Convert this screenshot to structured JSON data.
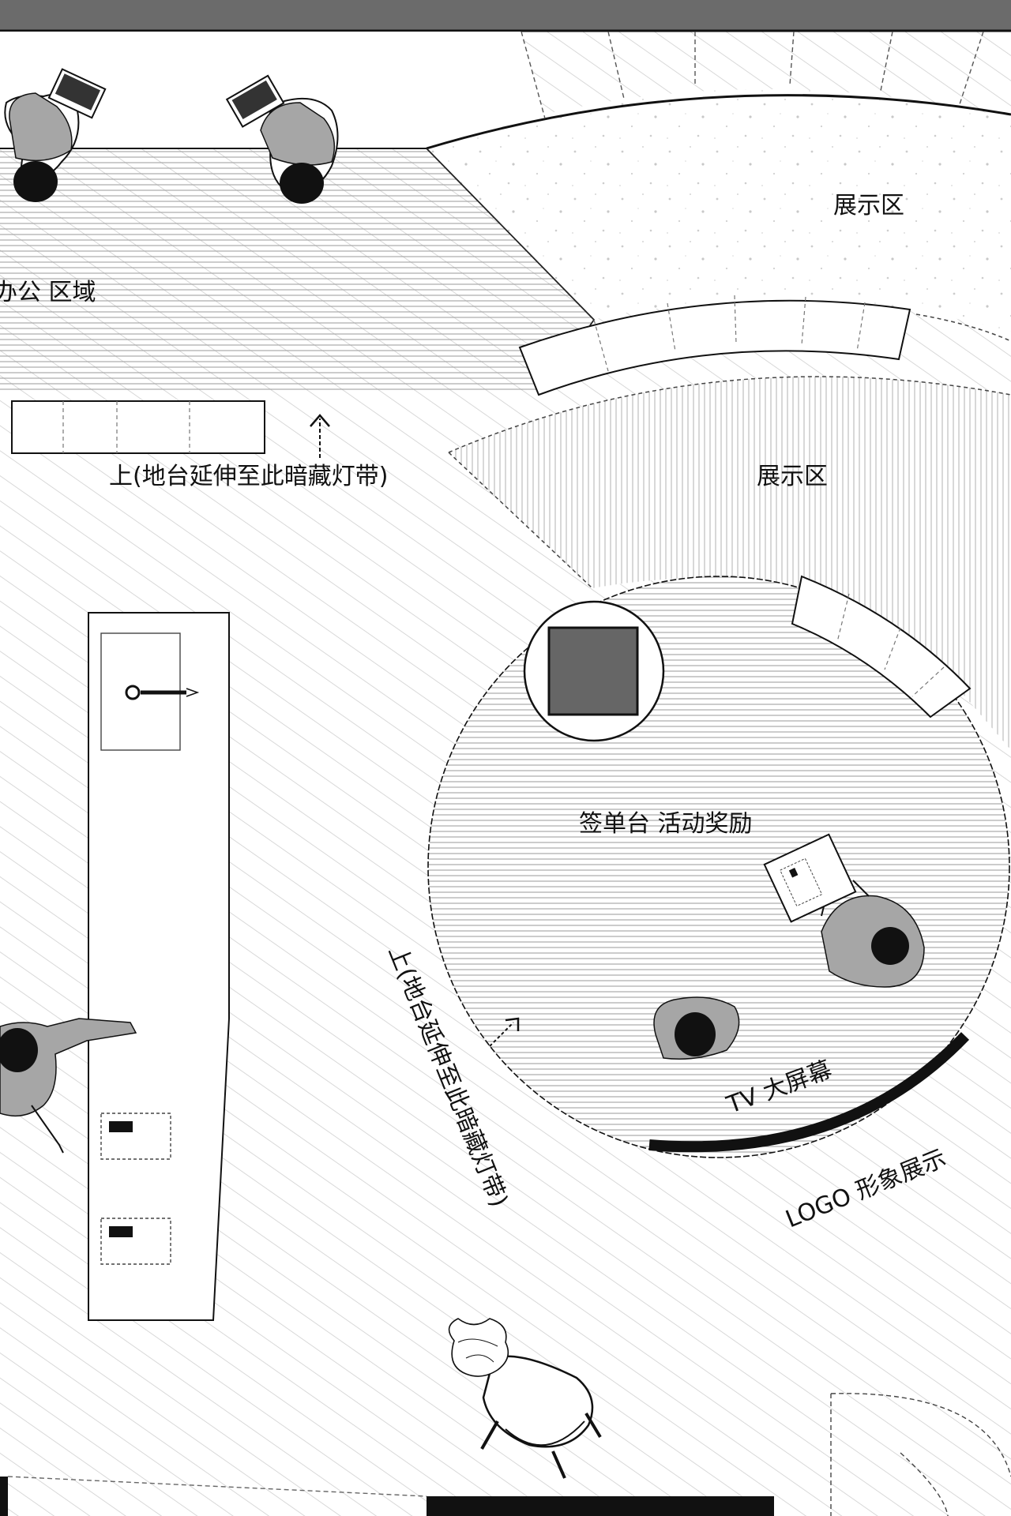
{
  "labels": {
    "office_area": "办公 区域",
    "display_upper": "展示区",
    "display_middle": "展示区",
    "step_up_left": "上(地台延伸至此暗藏灯带)",
    "step_up_curved": "上(地台延伸至此暗藏灯带)",
    "signing_desk": "签单台 活动奖励",
    "tv_screen": "TV 大屏幕",
    "logo_display": "LOGO 形象展示"
  },
  "colors": {
    "top_bar": "#6b6b6b",
    "person_fill": "#a6a6a6",
    "head_fill": "#111111",
    "pillar_fill": "#666666",
    "line": "#111111"
  }
}
